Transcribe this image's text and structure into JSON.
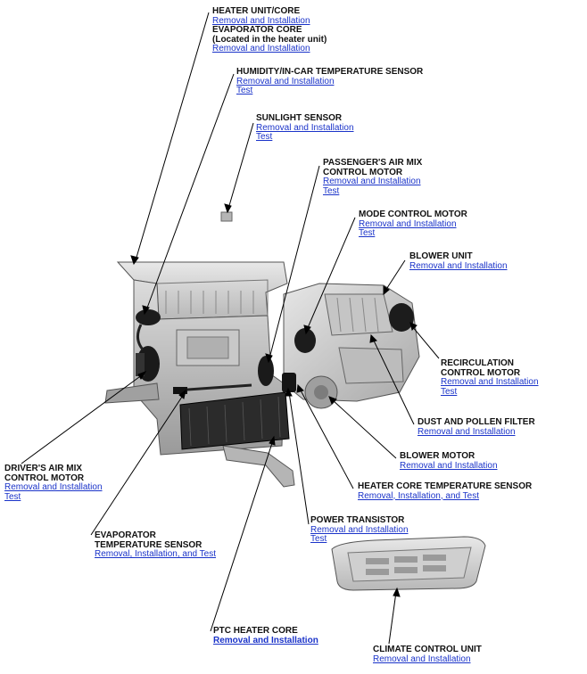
{
  "labels": {
    "heater_unit": {
      "title": "HEATER UNIT/CORE",
      "link": "Removal and Installation"
    },
    "evap_core": {
      "title": "EVAPORATOR CORE",
      "subtitle": "(Located in the heater unit)",
      "link": "Removal and Installation"
    },
    "humidity": {
      "title": "HUMIDITY/IN-CAR TEMPERATURE SENSOR",
      "link1": "Removal and Installation",
      "link2": "Test"
    },
    "sunlight": {
      "title": "SUNLIGHT SENSOR",
      "link1": "Removal and Installation",
      "link2": "Test"
    },
    "pass_airmix": {
      "title1": "PASSENGER'S AIR MIX",
      "title2": "CONTROL MOTOR",
      "link1": "Removal and Installation",
      "link2": "Test"
    },
    "mode_motor": {
      "title": "MODE CONTROL MOTOR",
      "link1": "Removal and Installation",
      "link2": "Test"
    },
    "blower_unit": {
      "title": "BLOWER UNIT",
      "link": "Removal and Installation"
    },
    "recirc": {
      "title1": "RECIRCULATION",
      "title2": "CONTROL MOTOR",
      "link1": "Removal and Installation",
      "link2": "Test"
    },
    "filter": {
      "title": "DUST AND POLLEN FILTER",
      "link": "Removal and Installation"
    },
    "blower_motor": {
      "title": "BLOWER MOTOR",
      "link": "Removal and Installation"
    },
    "heater_core_sensor": {
      "title": "HEATER CORE TEMPERATURE SENSOR",
      "link": "Removal, Installation, and Test"
    },
    "driver_airmix": {
      "title1": "DRIVER'S AIR MIX",
      "title2": "CONTROL MOTOR",
      "link1": "Removal and Installation",
      "link2": "Test"
    },
    "evap_sensor": {
      "title1": "EVAPORATOR",
      "title2": "TEMPERATURE SENSOR",
      "link": "Removal, Installation, and Test"
    },
    "power_transistor": {
      "title": "POWER TRANSISTOR",
      "link1": "Removal and Installation",
      "link2": "Test"
    },
    "ptc": {
      "title": "PTC HEATER CORE",
      "link": "Removal and Installation"
    },
    "climate": {
      "title": "CLIMATE CONTROL UNIT",
      "link": "Removal and Installation"
    }
  }
}
